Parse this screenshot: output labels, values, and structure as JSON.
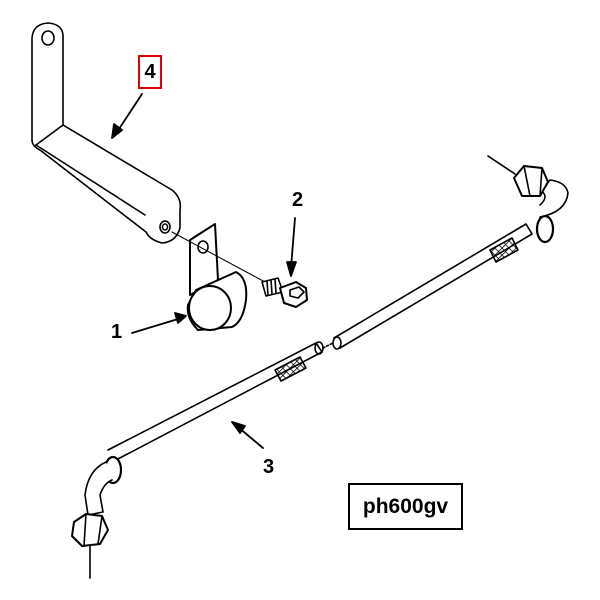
{
  "callouts": {
    "bracket": "4",
    "screw": "2",
    "clamp": "1",
    "tube": "3"
  },
  "diagram_code": "ph600gv",
  "highlight_color": "#e00000"
}
